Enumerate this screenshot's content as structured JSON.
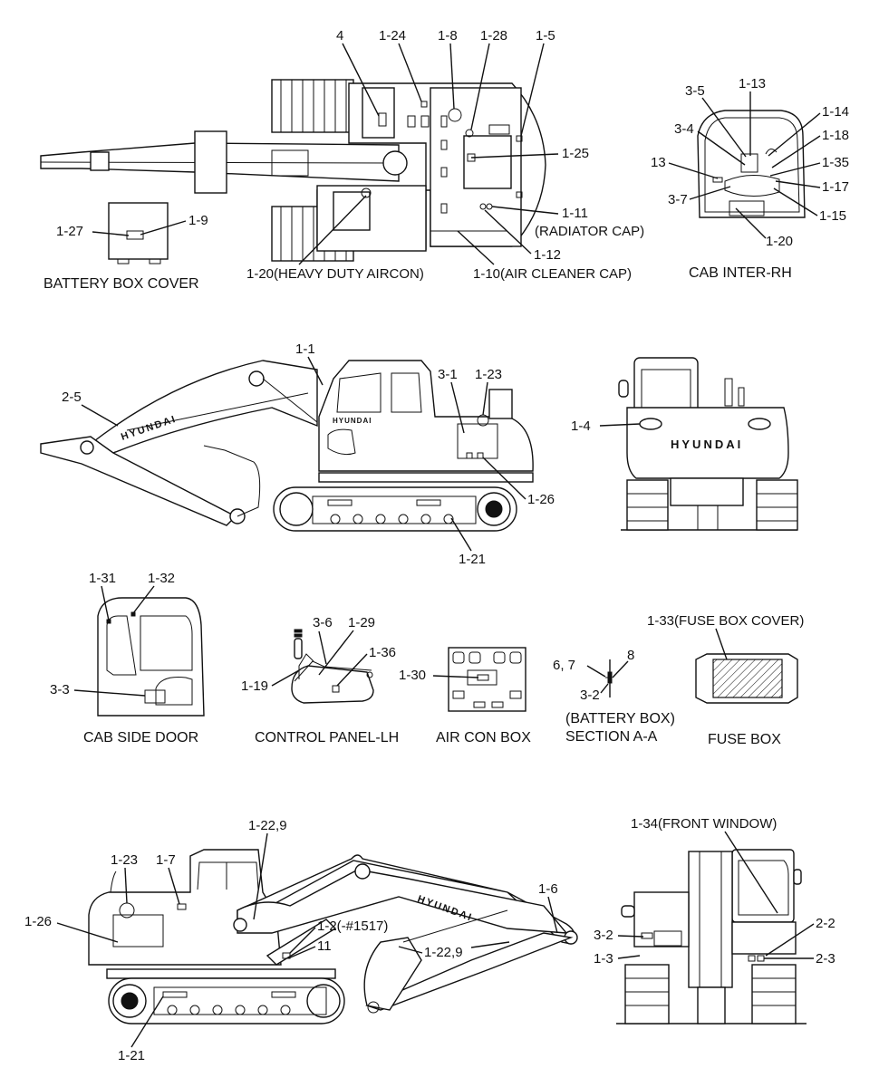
{
  "captions": {
    "battery_box_cover": "BATTERY BOX COVER",
    "cab_inter_rh": "CAB INTER-RH",
    "cab_side_door": "CAB SIDE DOOR",
    "control_panel_lh": "CONTROL PANEL-LH",
    "air_con_box": "AIR CON BOX",
    "battery_box_line1": "(BATTERY BOX)",
    "battery_box_line2": "SECTION A-A",
    "fuse_box": "FUSE BOX"
  },
  "logos": {
    "brand": "HYUNDAI"
  },
  "top_view": {
    "c4": "4",
    "c1_24": "1-24",
    "c1_8": "1-8",
    "c1_28": "1-28",
    "c1_5": "1-5",
    "c1_25": "1-25",
    "c1_11": "1-11",
    "radiator_cap": "(RADIATOR CAP)",
    "c1_12": "1-12",
    "c1_20_aircon": "1-20(HEAVY DUTY AIRCON)",
    "c1_10_air": "1-10(AIR CLEANER CAP)",
    "c1_27": "1-27",
    "c1_9": "1-9"
  },
  "cab_inter": {
    "c3_5": "3-5",
    "c1_13": "1-13",
    "c1_14": "1-14",
    "c3_4": "3-4",
    "c1_18": "1-18",
    "c13": "13",
    "c1_35": "1-35",
    "c1_17": "1-17",
    "c3_7": "3-7",
    "c1_15": "1-15",
    "c1_20": "1-20"
  },
  "left_side": {
    "c1_1": "1-1",
    "c2_5": "2-5",
    "c3_1": "3-1",
    "c1_23": "1-23",
    "c1_26": "1-26",
    "c1_21": "1-21"
  },
  "rear_view": {
    "c1_4": "1-4"
  },
  "details": {
    "c1_31": "1-31",
    "c1_32": "1-32",
    "c3_3": "3-3",
    "c3_6": "3-6",
    "c1_29": "1-29",
    "c1_36": "1-36",
    "c1_19": "1-19",
    "c1_30": "1-30",
    "c6_7": "6, 7",
    "c8": "8",
    "c3_2": "3-2",
    "c1_33": "1-33(FUSE BOX COVER)"
  },
  "right_side": {
    "c1_22_9_a": "1-22,9",
    "c1_23": "1-23",
    "c1_7": "1-7",
    "c1_6": "1-6",
    "c1_26": "1-26",
    "c1_2": "1-2(-#1517)",
    "c11": "11",
    "c1_22_9_b": "1-22,9",
    "c1_21": "1-21"
  },
  "front_view": {
    "c1_34": "1-34(FRONT WINDOW)",
    "c3_2": "3-2",
    "c2_2": "2-2",
    "c1_3": "1-3",
    "c2_3": "2-3"
  }
}
